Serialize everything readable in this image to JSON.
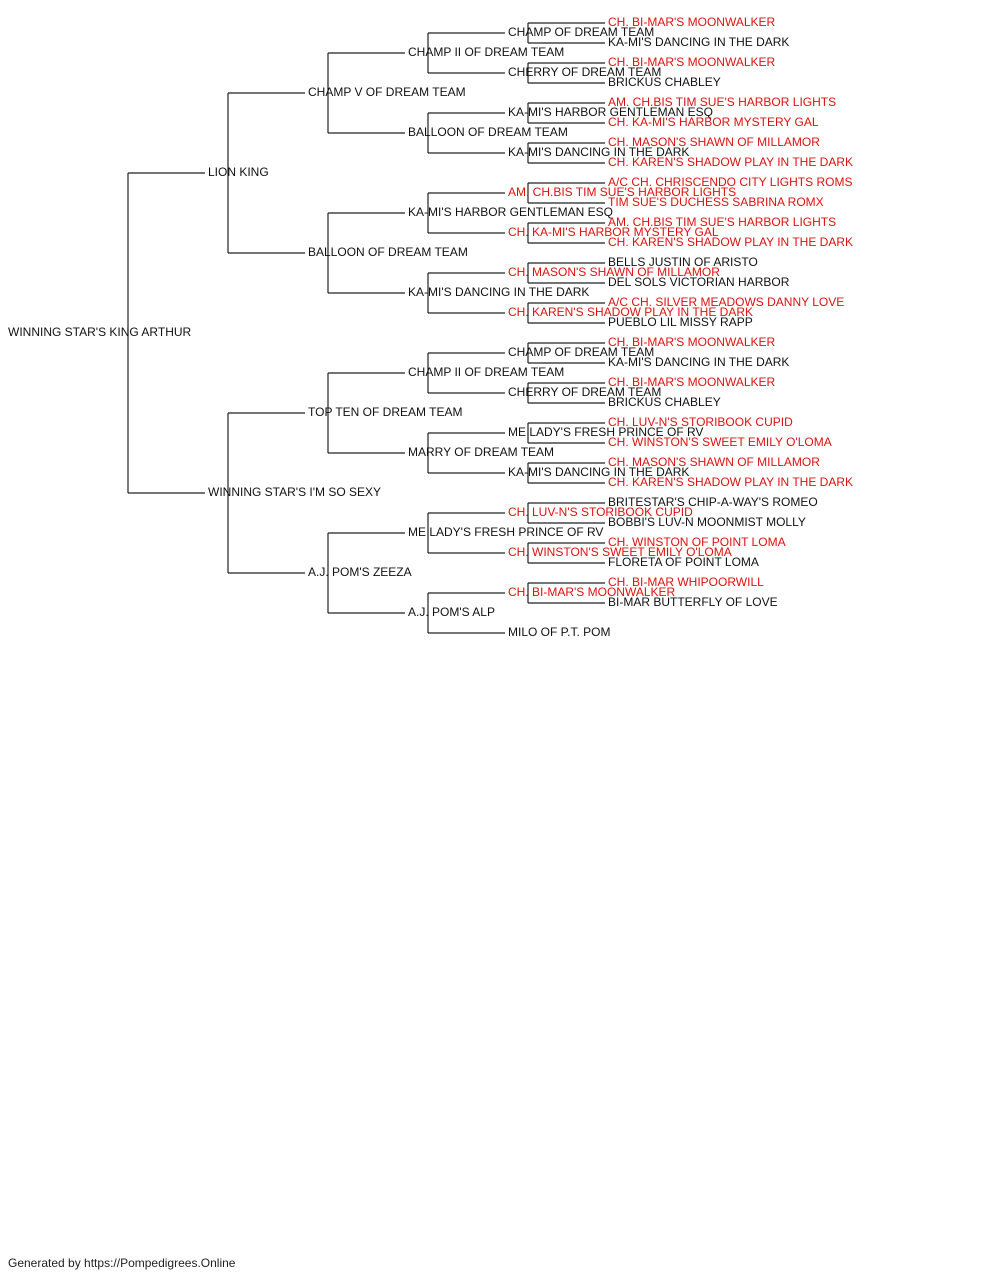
{
  "colors": {
    "champion": "#e01010",
    "normal": "#111111"
  },
  "footer": "Generated by https://Pompedigrees.Online",
  "pedigree": {
    "name": "WINNING STAR'S KING ARTHUR",
    "children": [
      {
        "name": "LION KING",
        "children": [
          {
            "name": "CHAMP V OF DREAM TEAM",
            "children": [
              {
                "name": "CHAMP II OF DREAM TEAM",
                "children": [
                  {
                    "name": "CHAMP OF DREAM TEAM",
                    "children": [
                      {
                        "name": "CH. BI-MAR'S MOONWALKER",
                        "champion": true
                      },
                      {
                        "name": "KA-MI'S DANCING IN THE DARK"
                      }
                    ]
                  },
                  {
                    "name": "CHERRY OF DREAM TEAM",
                    "children": [
                      {
                        "name": "CH. BI-MAR'S MOONWALKER",
                        "champion": true
                      },
                      {
                        "name": "BRICKUS CHABLEY"
                      }
                    ]
                  }
                ]
              },
              {
                "name": "BALLOON OF DREAM TEAM",
                "children": [
                  {
                    "name": "KA-MI'S HARBOR GENTLEMAN ESQ",
                    "children": [
                      {
                        "name": "AM. CH.BIS TIM SUE'S HARBOR LIGHTS",
                        "champion": true
                      },
                      {
                        "name": "CH. KA-MI'S HARBOR MYSTERY GAL",
                        "champion": true
                      }
                    ]
                  },
                  {
                    "name": "KA-MI'S DANCING IN THE DARK",
                    "children": [
                      {
                        "name": "CH. MASON'S SHAWN OF MILLAMOR",
                        "champion": true
                      },
                      {
                        "name": "CH. KAREN'S SHADOW PLAY IN THE DARK",
                        "champion": true
                      }
                    ]
                  }
                ]
              }
            ]
          },
          {
            "name": "BALLOON OF DREAM TEAM",
            "children": [
              {
                "name": "KA-MI'S HARBOR GENTLEMAN ESQ",
                "children": [
                  {
                    "name": "AM. CH.BIS TIM SUE'S HARBOR LIGHTS",
                    "champion": true,
                    "children": [
                      {
                        "name": "A/C CH. CHRISCENDO CITY LIGHTS ROMS",
                        "champion": true
                      },
                      {
                        "name": "TIM SUE'S DUCHESS SABRINA ROMX",
                        "champion": true
                      }
                    ]
                  },
                  {
                    "name": "CH. KA-MI'S HARBOR MYSTERY GAL",
                    "champion": true,
                    "children": [
                      {
                        "name": "AM. CH.BIS TIM SUE'S HARBOR LIGHTS",
                        "champion": true
                      },
                      {
                        "name": "CH. KAREN'S SHADOW PLAY IN THE DARK",
                        "champion": true
                      }
                    ]
                  }
                ]
              },
              {
                "name": "KA-MI'S DANCING IN THE DARK",
                "children": [
                  {
                    "name": "CH. MASON'S SHAWN OF MILLAMOR",
                    "champion": true,
                    "children": [
                      {
                        "name": "BELLS JUSTIN OF ARISTO"
                      },
                      {
                        "name": "DEL SOLS VICTORIAN HARBOR"
                      }
                    ]
                  },
                  {
                    "name": "CH. KAREN'S SHADOW PLAY IN THE DARK",
                    "champion": true,
                    "children": [
                      {
                        "name": "A/C CH. SILVER MEADOWS DANNY LOVE",
                        "champion": true
                      },
                      {
                        "name": "PUEBLO LIL MISSY RAPP"
                      }
                    ]
                  }
                ]
              }
            ]
          }
        ]
      },
      {
        "name": "WINNING STAR'S I'M SO SEXY",
        "children": [
          {
            "name": "TOP TEN OF DREAM TEAM",
            "children": [
              {
                "name": "CHAMP II OF DREAM TEAM",
                "children": [
                  {
                    "name": "CHAMP OF DREAM TEAM",
                    "children": [
                      {
                        "name": "CH. BI-MAR'S MOONWALKER",
                        "champion": true
                      },
                      {
                        "name": "KA-MI'S DANCING IN THE DARK"
                      }
                    ]
                  },
                  {
                    "name": "CHERRY OF DREAM TEAM",
                    "children": [
                      {
                        "name": "CH. BI-MAR'S MOONWALKER",
                        "champion": true
                      },
                      {
                        "name": "BRICKUS CHABLEY"
                      }
                    ]
                  }
                ]
              },
              {
                "name": "MARRY OF DREAM TEAM",
                "children": [
                  {
                    "name": "ME LADY'S FRESH PRINCE OF RV",
                    "children": [
                      {
                        "name": "CH. LUV-N'S STORIBOOK CUPID",
                        "champion": true
                      },
                      {
                        "name": "CH. WINSTON'S SWEET EMILY O'LOMA",
                        "champion": true
                      }
                    ]
                  },
                  {
                    "name": "KA-MI'S DANCING IN THE DARK",
                    "children": [
                      {
                        "name": "CH. MASON'S SHAWN OF MILLAMOR",
                        "champion": true
                      },
                      {
                        "name": "CH. KAREN'S SHADOW PLAY IN THE DARK",
                        "champion": true
                      }
                    ]
                  }
                ]
              }
            ]
          },
          {
            "name": "A.J. POM'S ZEEZA",
            "children": [
              {
                "name": "ME LADY'S FRESH PRINCE OF RV",
                "children": [
                  {
                    "name": "CH. LUV-N'S STORIBOOK CUPID",
                    "champion": true,
                    "children": [
                      {
                        "name": "BRITESTAR'S CHIP-A-WAY'S ROMEO"
                      },
                      {
                        "name": "BOBBI'S LUV-N MOONMIST MOLLY"
                      }
                    ]
                  },
                  {
                    "name": "CH. WINSTON'S SWEET EMILY O'LOMA",
                    "champion": true,
                    "children": [
                      {
                        "name": "CH. WINSTON OF POINT LOMA",
                        "champion": true
                      },
                      {
                        "name": "FLORETA OF POINT LOMA"
                      }
                    ]
                  }
                ]
              },
              {
                "name": "A.J. POM'S ALP",
                "children": [
                  {
                    "name": "CH. BI-MAR'S MOONWALKER",
                    "champion": true,
                    "children": [
                      {
                        "name": "CH. BI-MAR WHIPOORWILL",
                        "champion": true
                      },
                      {
                        "name": "BI-MAR BUTTERFLY OF LOVE"
                      }
                    ]
                  },
                  {
                    "name": "MILO OF P.T. POM"
                  }
                ]
              }
            ]
          }
        ]
      }
    ]
  }
}
